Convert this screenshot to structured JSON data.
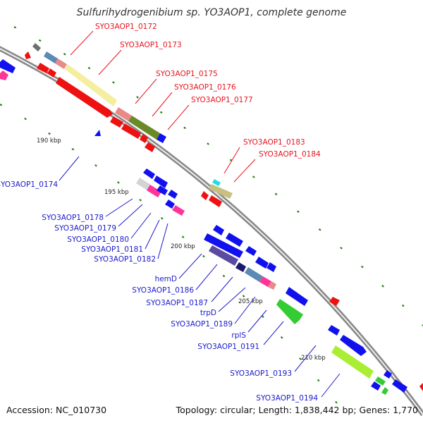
{
  "title": "Sulfurihydrogenibium sp. YO3AOP1, complete genome",
  "accession": "Accession: NC_010730",
  "topology": "Topology: circular; Length: 1,838,442 bp; Genes: 1,770",
  "colors": {
    "forward_label": "#e8141e",
    "reverse_label": "#1a1acc",
    "backbone": "#8a8a8a",
    "tick_green": "#2a7f1a"
  },
  "kbp_ticks": [
    "190 kbp",
    "195 kbp",
    "200 kbp",
    "205 kbp",
    "210 kbp"
  ],
  "forward_labels": [
    "SYO3AOP1_0172",
    "SYO3AOP1_0173",
    "SYO3AOP1_0175",
    "SYO3AOP1_0176",
    "SYO3AOP1_0177",
    "SYO3AOP1_0183",
    "SYO3AOP1_0184"
  ],
  "reverse_labels": [
    "SYO3AOP1_0174",
    "SYO3AOP1_0178",
    "SYO3AOP1_0179",
    "SYO3AOP1_0180",
    "SYO3AOP1_0181",
    "SYO3AOP1_0182",
    "hemD",
    "SYO3AOP1_0186",
    "SYO3AOP1_0187",
    "trpD",
    "SYO3AOP1_0189",
    "rplS",
    "SYO3AOP1_0191",
    "SYO3AOP1_0193",
    "SYO3AOP1_0194"
  ]
}
